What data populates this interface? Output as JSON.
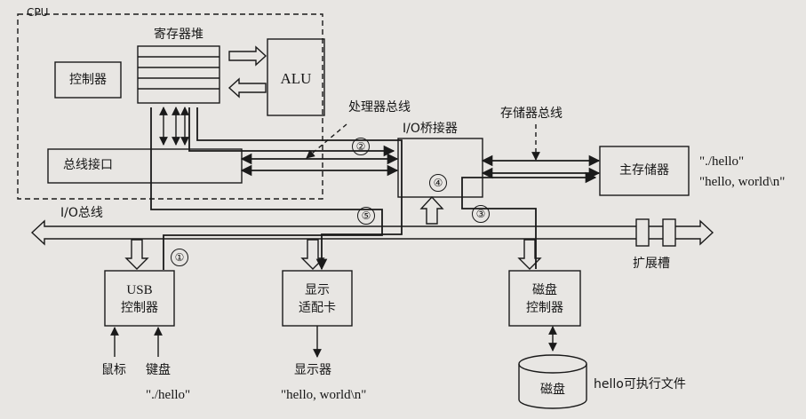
{
  "labels": {
    "cpu": "CPU",
    "register_file": "寄存器堆",
    "alu": "ALU",
    "controller": "控制器",
    "bus_interface": "总线接口",
    "processor_bus": "处理器总线",
    "io_bridge": "I/O桥接器",
    "memory_bus": "存储器总线",
    "main_memory": "主存储器",
    "io_bus": "I/O总线",
    "usb_controller_line1": "USB",
    "usb_controller_line2": "控制器",
    "display_adapter_line1": "显示",
    "display_adapter_line2": "适配卡",
    "disk_controller_line1": "磁盘",
    "disk_controller_line2": "控制器",
    "expansion_slot": "扩展槽",
    "mouse": "鼠标",
    "keyboard": "键盘",
    "display": "显示器",
    "disk": "磁盘",
    "hello_executable": "hello可执行文件"
  },
  "strings": {
    "hello_path_memory": "\"./hello\"",
    "hello_world_memory": "\"hello, world\\n\"",
    "hello_path_keyboard": "\"./hello\"",
    "hello_world_display": "\"hello, world\\n\""
  },
  "steps": {
    "s1": "①",
    "s2": "②",
    "s3": "③",
    "s4": "④",
    "s5": "⑤"
  }
}
